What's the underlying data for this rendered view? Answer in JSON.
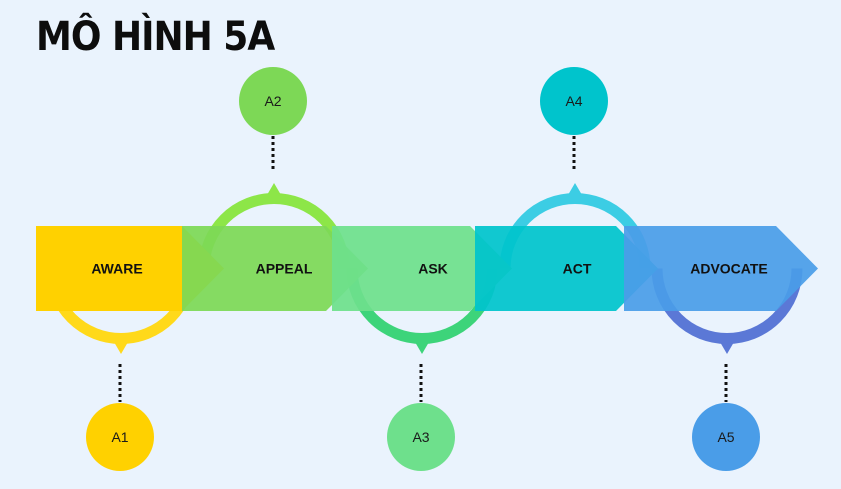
{
  "title": "MÔ HÌNH 5A",
  "stages": [
    {
      "label": "AWARE",
      "bubble": "A1",
      "position": "bottom",
      "color": "#ffd100",
      "arc_color": "#ffd91a",
      "bubble_color": "#ffd100"
    },
    {
      "label": "APPEAL",
      "bubble": "A2",
      "position": "top",
      "color": "#7dd856",
      "arc_color": "#8de648",
      "bubble_color": "#7dd856"
    },
    {
      "label": "ASK",
      "bubble": "A3",
      "position": "bottom",
      "color": "#6ee08c",
      "arc_color": "#3dd47a",
      "bubble_color": "#6ee08c"
    },
    {
      "label": "ACT",
      "bubble": "A4",
      "position": "top",
      "color": "#00c4cc",
      "arc_color": "#3ccde4",
      "bubble_color": "#00c4cc"
    },
    {
      "label": "ADVOCATE",
      "bubble": "A5",
      "position": "bottom",
      "color": "#4a9de8",
      "arc_color": "#5b78d6",
      "bubble_color": "#4a9de8"
    }
  ]
}
